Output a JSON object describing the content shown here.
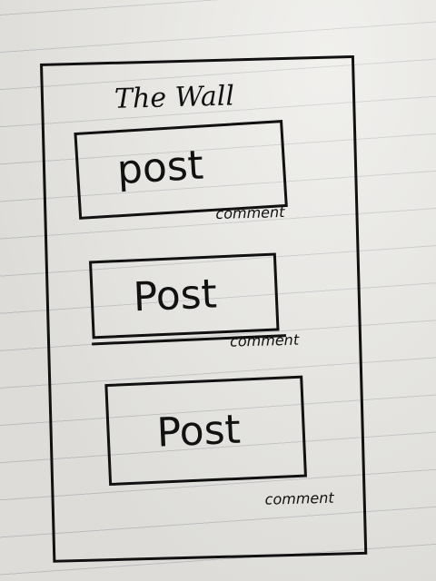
{
  "page": {
    "title": "The Wall"
  },
  "posts": [
    {
      "label": "post",
      "comment": "comment"
    },
    {
      "label": "Post",
      "comment": "comment"
    },
    {
      "label": "Post",
      "comment": "comment"
    }
  ],
  "colors": {
    "paper": "#e9e8e4",
    "ink": "#111111",
    "rule": "#b9bbc0"
  }
}
